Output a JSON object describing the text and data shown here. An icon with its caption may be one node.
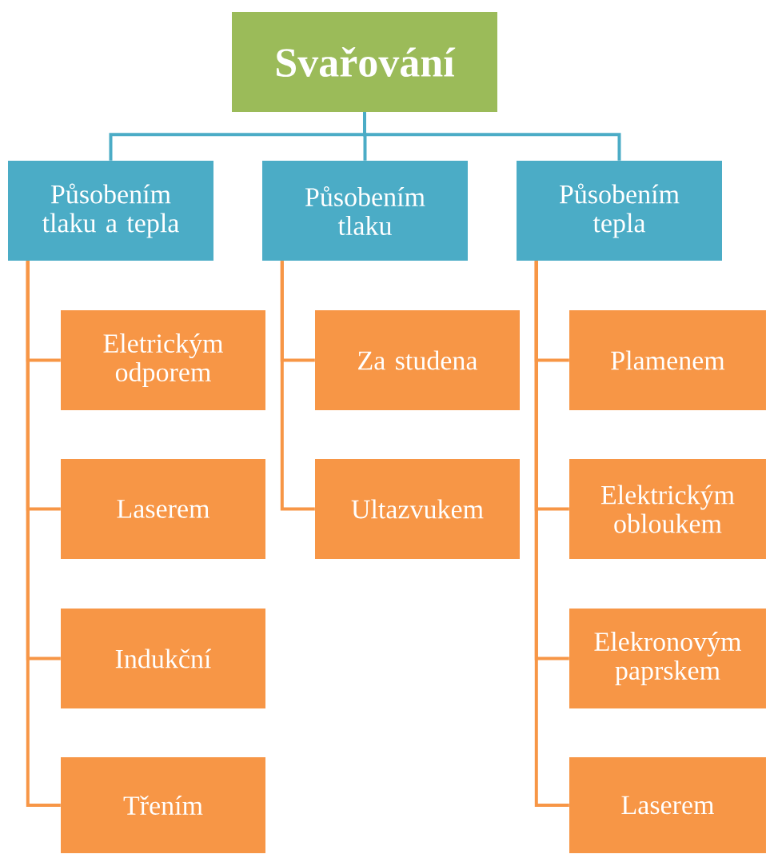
{
  "diagram": {
    "nodes": [
      {
        "text": [
          "Svařování"
        ]
      },
      {
        "text": [
          "Působením tlaku a tepla"
        ]
      },
      {
        "text": [
          "Působením tlaku"
        ]
      },
      {
        "text": [
          "Působením tepla"
        ]
      },
      {
        "text": [
          "Eletrickým odporem"
        ]
      },
      {
        "text": [
          "Laserem"
        ]
      },
      {
        "text": [
          "Indukční"
        ]
      },
      {
        "text": [
          "Třením"
        ]
      },
      {
        "text": [
          "Za studena"
        ]
      },
      {
        "text": [
          "Ultazvukem"
        ]
      },
      {
        "text": [
          "Plamenem"
        ]
      },
      {
        "text": [
          "Elektrickým obloukem"
        ]
      },
      {
        "text": [
          "Elekronovým paprskem"
        ]
      },
      {
        "text": [
          "Laserem"
        ]
      }
    ],
    "edges": [
      {
        "from": 0,
        "to": 1,
        "arrow": "none",
        "color": "#4bacc6"
      },
      {
        "from": 0,
        "to": 2,
        "arrow": "none",
        "color": "#4bacc6"
      },
      {
        "from": 0,
        "to": 3,
        "arrow": "none",
        "color": "#4bacc6"
      },
      {
        "from": 1,
        "to": 4,
        "arrow": "none"
      },
      {
        "from": 1,
        "to": 5,
        "arrow": "none"
      },
      {
        "from": 1,
        "to": 6,
        "arrow": "none"
      },
      {
        "from": 1,
        "to": 7,
        "arrow": "none"
      },
      {
        "from": 2,
        "to": 8,
        "arrow": "none"
      },
      {
        "from": 2,
        "to": 9,
        "arrow": "none"
      },
      {
        "from": 3,
        "to": 10,
        "arrow": "none"
      },
      {
        "from": 3,
        "to": 11,
        "arrow": "none"
      },
      {
        "from": 3,
        "to": 12,
        "arrow": "none"
      },
      {
        "from": 3,
        "to": 13,
        "arrow": "none"
      }
    ]
  }
}
